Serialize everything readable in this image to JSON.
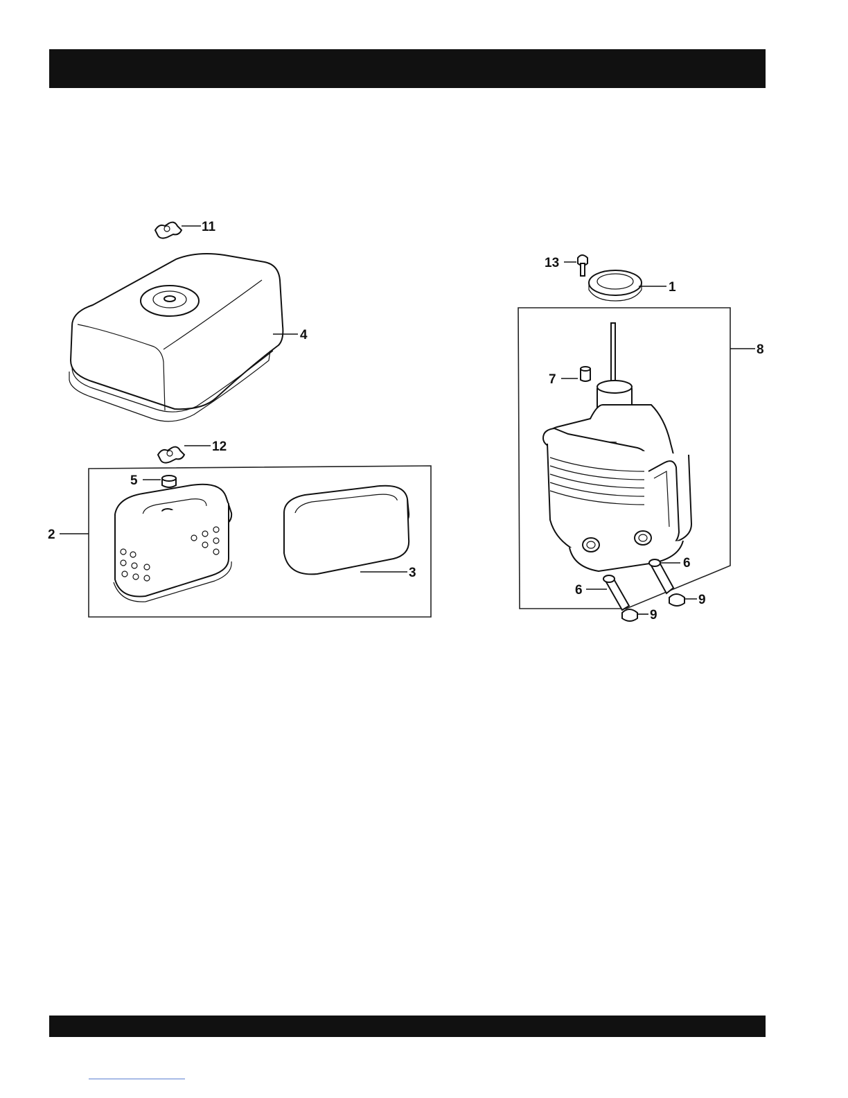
{
  "labels": {
    "l1": "1",
    "l2": "2",
    "l3": "3",
    "l4": "4",
    "l5": "5",
    "l6a": "6",
    "l6b": "6",
    "l7": "7",
    "l8": "8",
    "l9a": "9",
    "l9b": "9",
    "l11": "11",
    "l12": "12",
    "l13": "13"
  },
  "colors": {
    "bar": "#111111",
    "link": "#5b7fd0"
  }
}
